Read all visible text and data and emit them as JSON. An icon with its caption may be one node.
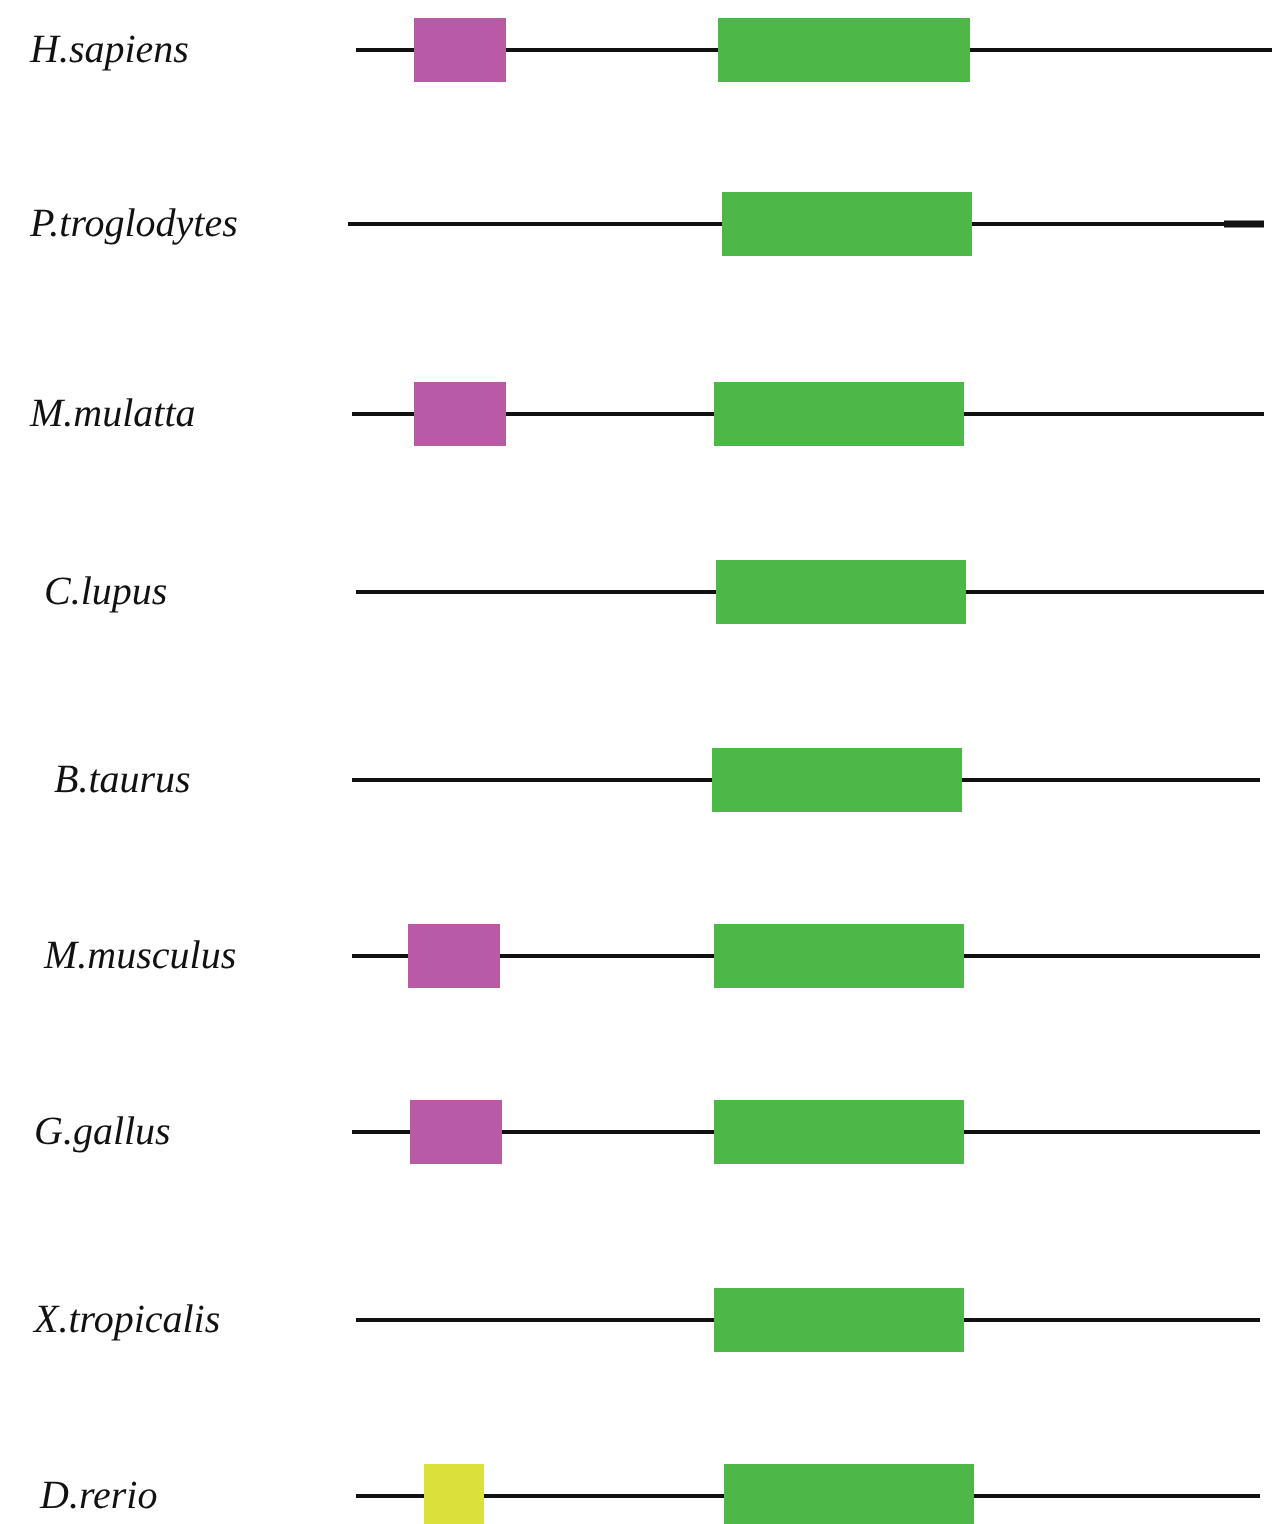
{
  "diagram": {
    "nodes": [
      {
        "text": [
          "H.sapiens"
        ]
      },
      {
        "text": [],
        "shape": "box",
        "in": 0
      },
      {
        "text": [],
        "shape": "box",
        "in": 0
      },
      {
        "text": [
          "P.troglodytes"
        ]
      },
      {
        "text": [],
        "shape": "box",
        "in": 3
      },
      {
        "text": [
          "M.mulatta"
        ]
      },
      {
        "text": [],
        "shape": "box",
        "in": 5
      },
      {
        "text": [],
        "shape": "box",
        "in": 5
      },
      {
        "text": [
          "C.lupus"
        ]
      },
      {
        "text": [],
        "shape": "box",
        "in": 8
      },
      {
        "text": [
          "B.taurus"
        ]
      },
      {
        "text": [],
        "shape": "box",
        "in": 10
      },
      {
        "text": [
          "M.musculus"
        ]
      },
      {
        "text": [],
        "shape": "box",
        "in": 12
      },
      {
        "text": [],
        "shape": "box",
        "in": 12
      },
      {
        "text": [
          "G.gallus"
        ]
      },
      {
        "text": [],
        "shape": "box",
        "in": 15
      },
      {
        "text": [],
        "shape": "box",
        "in": 15
      },
      {
        "text": [
          "X.tropicalis"
        ]
      },
      {
        "text": [],
        "shape": "box",
        "in": 18
      },
      {
        "text": [
          "D.rerio"
        ]
      },
      {
        "text": [],
        "shape": "box",
        "in": 20
      },
      {
        "text": [],
        "shape": "box",
        "in": 20
      }
    ]
  }
}
